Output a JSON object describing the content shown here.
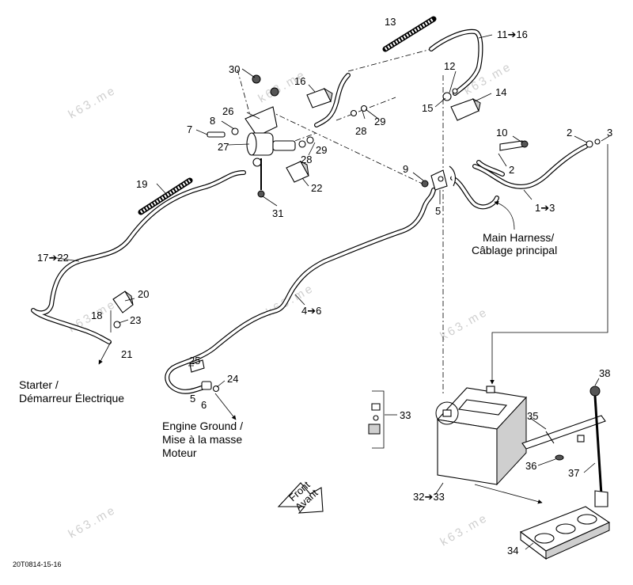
{
  "diagram_code": "20T0814-15-16",
  "watermark": "k63.me",
  "callouts": {
    "c1": "1➔3",
    "c2a": "2",
    "c2b": "2",
    "c3": "3",
    "c4": "4➔6",
    "c5a": "5",
    "c5b": "5",
    "c6": "6",
    "c7": "7",
    "c8": "8",
    "c9": "9",
    "c10": "10",
    "c11": "11➔16",
    "c12": "12",
    "c13": "13",
    "c14": "14",
    "c15": "15",
    "c16": "16",
    "c17": "17➔22",
    "c18": "18",
    "c19": "19",
    "c20": "20",
    "c21": "21",
    "c22": "22",
    "c23": "23",
    "c24": "24",
    "c25": "25",
    "c26": "26",
    "c27": "27",
    "c28a": "28",
    "c28b": "28",
    "c29a": "29",
    "c29b": "29",
    "c30": "30",
    "c31": "31",
    "c32": "32➔33",
    "c33": "33",
    "c34": "34",
    "c35": "35",
    "c36": "36",
    "c37": "37",
    "c38": "38"
  },
  "captions": {
    "main_harness_1": "Main Harness/",
    "main_harness_2": "Câblage principal",
    "starter_1": "Starter /",
    "starter_2": "Démarreur Électrique",
    "engine_ground_1": "Engine Ground /",
    "engine_ground_2": "Mise à la masse",
    "engine_ground_3": "Moteur",
    "front_1": "Front",
    "front_2": "Avant"
  }
}
